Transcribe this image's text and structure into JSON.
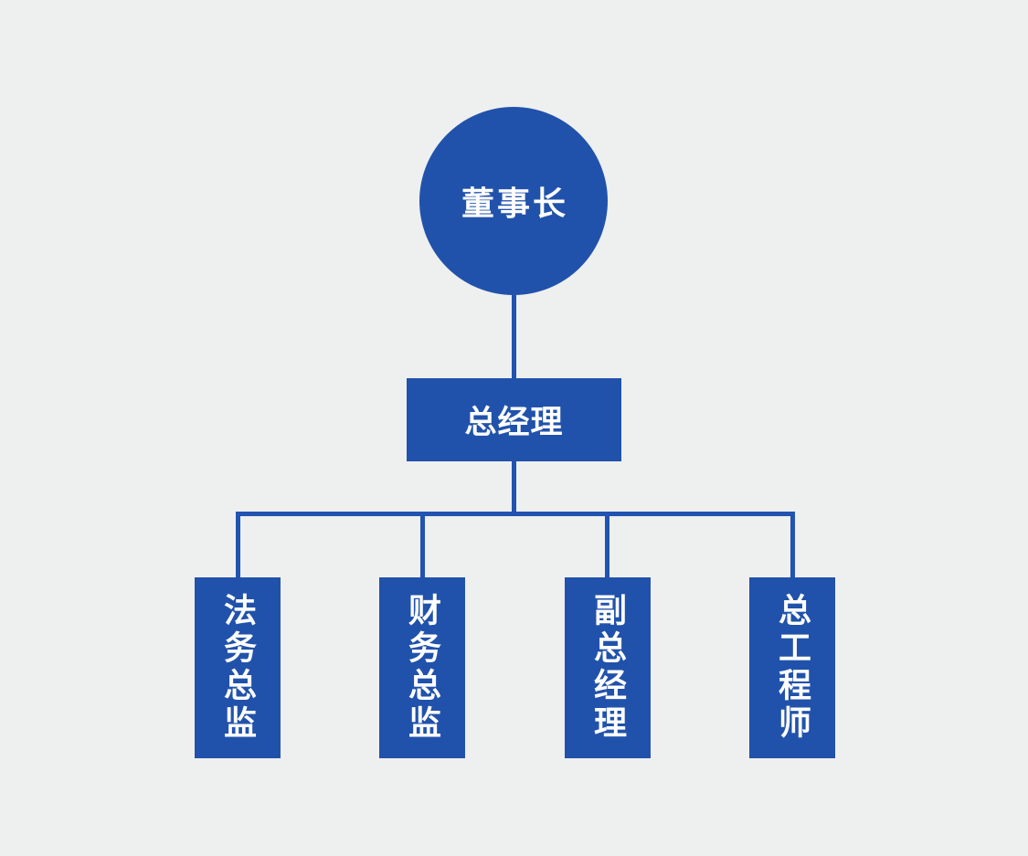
{
  "org_chart": {
    "root": {
      "label": "董事长",
      "shape": "circle"
    },
    "manager": {
      "label": "总经理",
      "shape": "rectangle"
    },
    "departments": [
      {
        "label": "法务总监"
      },
      {
        "label": "财务总监"
      },
      {
        "label": "副总经理"
      },
      {
        "label": "总工程师"
      }
    ],
    "colors": {
      "node_fill": "#2152ab",
      "connector": "#2153b0",
      "label_text": "#ffffff",
      "background": "#eeefef"
    }
  }
}
